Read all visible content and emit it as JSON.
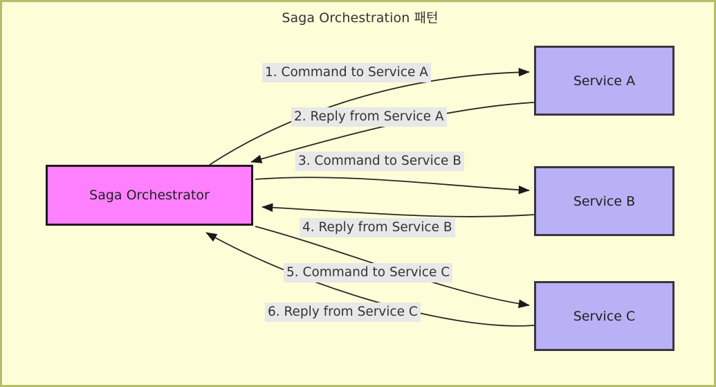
{
  "diagram": {
    "title": "Saga Orchestration 패턴",
    "type": "flowchart",
    "background_color": "#fdfdd8",
    "border_color": "#b5bd68",
    "nodes": [
      {
        "id": "orchestrator",
        "label": "Saga Orchestrator",
        "fill": "#ff80ff",
        "stroke": "#1a1a1a"
      },
      {
        "id": "service_a",
        "label": "Service A",
        "fill": "#b9b1f5",
        "stroke": "#3a3540"
      },
      {
        "id": "service_b",
        "label": "Service B",
        "fill": "#b9b1f5",
        "stroke": "#3a3540"
      },
      {
        "id": "service_c",
        "label": "Service C",
        "fill": "#b9b1f5",
        "stroke": "#3a3540"
      }
    ],
    "edges": [
      {
        "id": "e1",
        "from": "orchestrator",
        "to": "service_a",
        "label": "1. Command to Service A"
      },
      {
        "id": "e2",
        "from": "service_a",
        "to": "orchestrator",
        "label": "2. Reply from Service A"
      },
      {
        "id": "e3",
        "from": "orchestrator",
        "to": "service_b",
        "label": "3. Command to Service B"
      },
      {
        "id": "e4",
        "from": "service_b",
        "to": "orchestrator",
        "label": "4. Reply from Service B"
      },
      {
        "id": "e5",
        "from": "orchestrator",
        "to": "service_c",
        "label": "5. Command to Service C"
      },
      {
        "id": "e6",
        "from": "service_c",
        "to": "orchestrator",
        "label": "6. Reply from Service C"
      }
    ],
    "edge_label_background": "#e8e8e8",
    "edge_stroke": "#262626"
  }
}
